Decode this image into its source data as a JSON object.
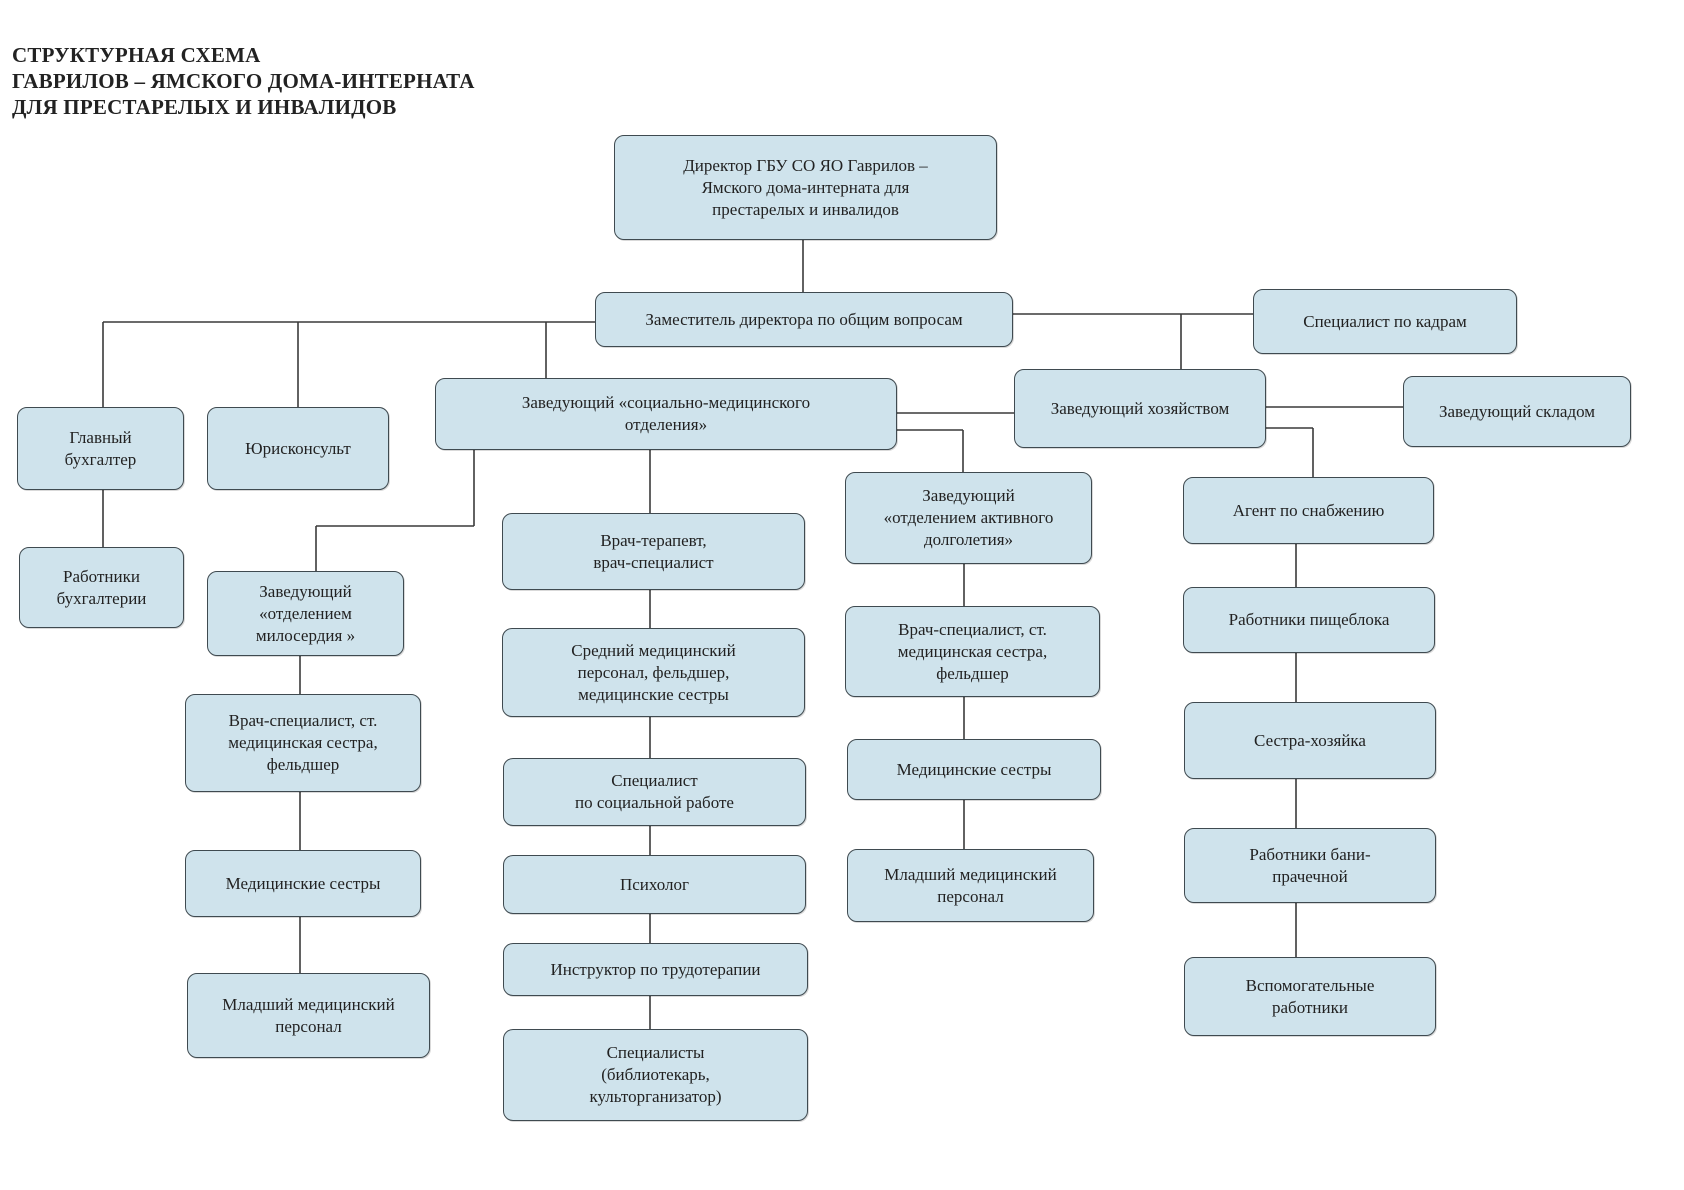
{
  "title": {
    "line1": "СТРУКТУРНАЯ СХЕМА",
    "line2": "ГАВРИЛОВ – ЯМСКОГО ДОМА-ИНТЕРНАТА",
    "line3": "ДЛЯ ПРЕСТАРЕЛЫХ И ИНВАЛИДОВ"
  },
  "nodes": {
    "director": "Директор ГБУ СО ЯО Гаврилов –\nЯмского дома-интерната для\nпрестарелых и инвалидов",
    "deputy": "Заместитель директора по общим вопросам",
    "hr_specialist": "Специалист по кадрам",
    "chief_accountant": "Главный\nбухгалтер",
    "accounting_staff": "Работники\nбухгалтерии",
    "legal_counsel": "Юрисконсульт",
    "head_social_medical": "Заведующий «социально-медицинского\nотделения»",
    "head_household": "Заведующий хозяйством",
    "head_warehouse": "Заведующий складом",
    "head_mercy": "Заведующий\n«отделением\nмилосердия »",
    "mercy_doctor": "Врач-специалист, ст.\nмедицинская сестра,\nфельдшер",
    "mercy_nurses": "Медицинские сестры",
    "mercy_junior": "Младший медицинский\nперсонал",
    "therapist": "Врач-терапевт,\nврач-специалист",
    "mid_medical": "Средний медицинский\nперсонал, фельдшер,\nмедицинские сестры",
    "social_worker": "Специалист\nпо социальной работе",
    "psychologist": "Психолог",
    "labor_instructor": "Инструктор по трудотерапии",
    "specialists_culture": "Специалисты\n(библиотекарь,\nкульторганизатор)",
    "head_longevity": "Заведующий\n«отделением активного\nдолголетия»",
    "longevity_doctor": "Врач-специалист, ст.\nмедицинская сестра,\nфельдшер",
    "longevity_nurses": "Медицинские сестры",
    "longevity_junior": "Младший медицинский\nперсонал",
    "supply_agent": "Агент по снабжению",
    "kitchen_staff": "Работники пищеблока",
    "housekeeper": "Сестра-хозяйка",
    "laundry_staff": "Работники бани-\nпрачечной",
    "auxiliary_staff": "Вспомогательные\nработники"
  }
}
